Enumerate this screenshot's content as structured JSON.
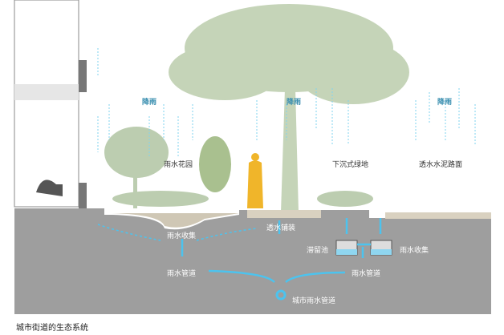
{
  "labels": {
    "rain": [
      "降雨",
      "降雨",
      "降雨"
    ],
    "rain_garden": "雨水花园",
    "sunken_green": "下沉式绿地",
    "permeable_concrete": "透水水泥路面",
    "rain_collect_1": "雨水收集",
    "permeable_paving": "透水铺装",
    "retention_pond": "滞留池",
    "rain_collect_2": "雨水收集",
    "pipe_1": "雨水管道",
    "pipe_2": "雨水管道",
    "city_pipe": "城市雨水管道"
  },
  "caption": "城市街道的生态系统",
  "colors": {
    "water": "#4cc3ee",
    "ground": "#9e9e9e",
    "tree": "#bccdb0",
    "person": "#f0b52a",
    "rain_text": "#3a8fb0"
  }
}
